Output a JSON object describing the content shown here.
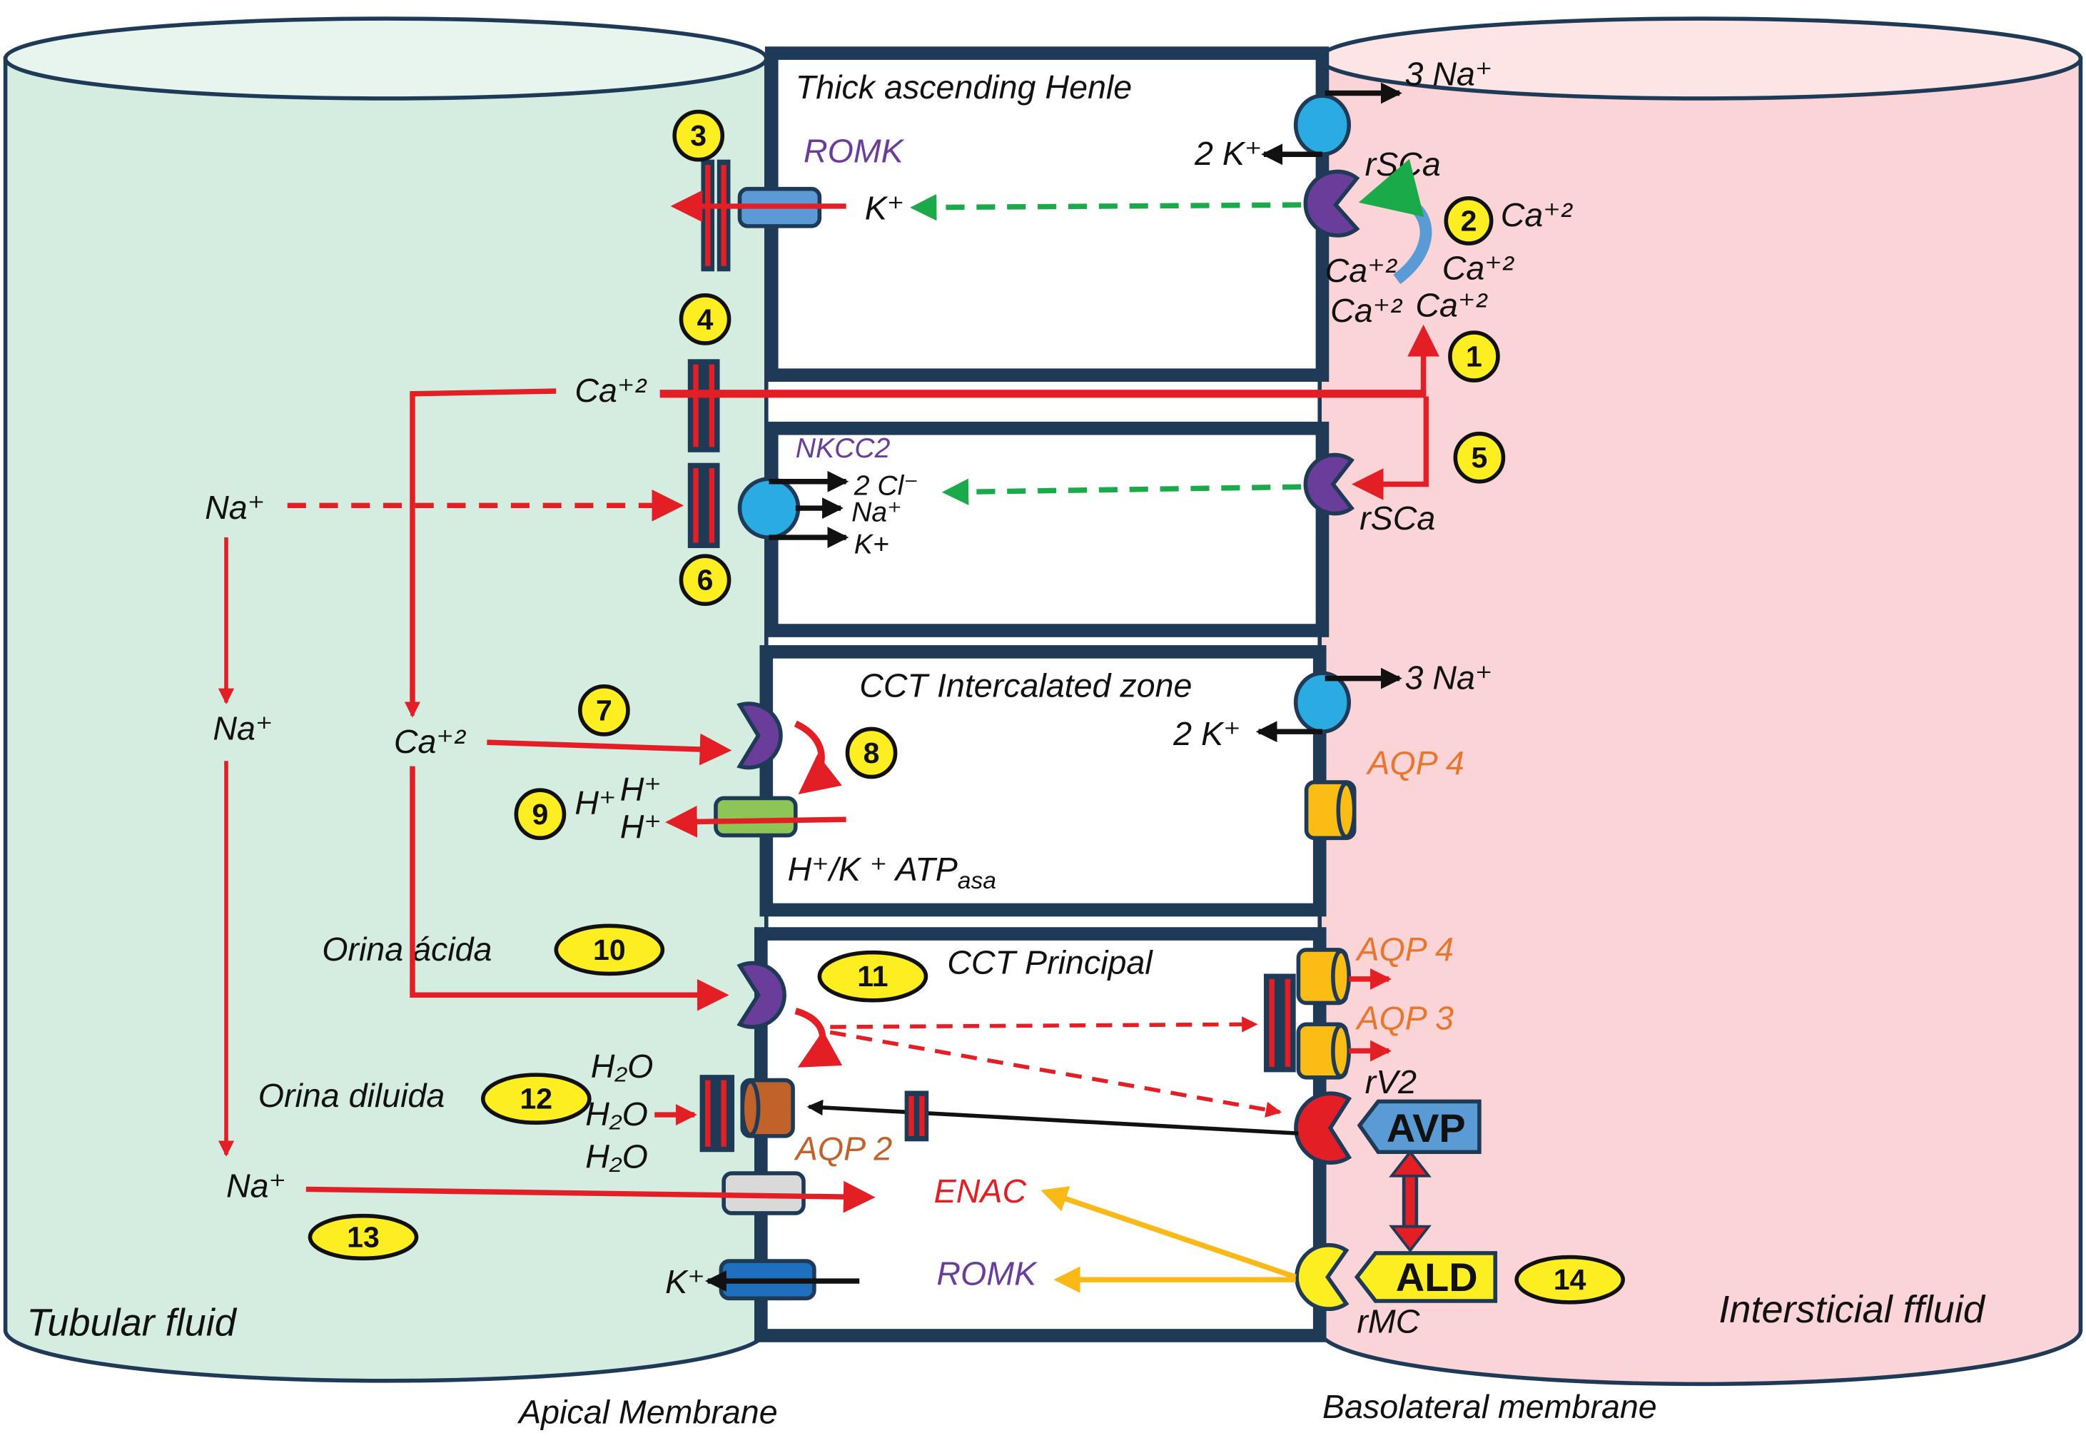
{
  "colors": {
    "tubular_fluid": "#d5ece1",
    "interstitial_fluid": "#fad4d6",
    "membrane": "#1f3a56",
    "cell_interior": "#ffffff",
    "arrow_red": "#e31e24",
    "arrow_green": "#1aaa4a",
    "arrow_yellow": "#fbb917",
    "arrow_black": "#111111",
    "pump_blue": "#2aabe2",
    "receptor_purple": "#6a3d9a",
    "aqp_yellow": "#fbbd14",
    "aqp2_brown": "#c0622a",
    "romk_channel_blue": "#5b9bd5",
    "hk_atpase_green": "#8dc556",
    "enac_grey": "#d9d9d9",
    "romk_principal_blue": "#1f6fbf",
    "badge_yellow": "#fcee21",
    "avp_blue": "#5b9bd5",
    "ald_yellow": "#fcee21",
    "label_purple": "#6a3d9a",
    "label_orange": "#e8762d",
    "label_red": "#e31e24"
  },
  "compartments": {
    "tubular_fluid": "Tubular fluid",
    "interstitial_fluid": "Intersticial ffluid",
    "apical_membrane": "Apical Membrane",
    "basolateral_membrane": "Basolateral membrane"
  },
  "cells": {
    "henle": {
      "title": "Thick ascending Henle",
      "romk": "ROMK",
      "k_plus": "K⁺",
      "na_out": "3 Na⁺",
      "k_in": "2 K⁺",
      "rsca": "rSCa",
      "ca_labels": [
        "Ca⁺²",
        "Ca⁺²",
        "Ca⁺²",
        "Ca⁺²",
        "Ca⁺²"
      ]
    },
    "nkcc2": {
      "title": "NKCC2",
      "ions": [
        "2 Cl⁻",
        "Na⁺",
        "K+"
      ],
      "rsca": "rSCa"
    },
    "intercalated": {
      "title": "CCT Intercalated zone",
      "na_out": "3 Na⁺",
      "k_in": "2 K⁺",
      "aqp4": "AQP 4",
      "hk_atpase": "H⁺/K ⁺ ATP",
      "hk_atpase_sub": "asa",
      "h_ions": [
        "H⁺",
        "H⁺",
        "H⁺"
      ]
    },
    "principal": {
      "title": "CCT Principal",
      "aqp4": "AQP 4",
      "aqp3": "AQP 3",
      "aqp2": "AQP 2",
      "rv2": "rV2",
      "avp": "AVP",
      "ald": "ALD",
      "rmc": "rMC",
      "enac": "ENAC",
      "romk": "ROMK",
      "k_plus": "K⁺"
    }
  },
  "lumen": {
    "ca_top": "Ca⁺²",
    "na_top": "Na⁺",
    "na_mid": "Na⁺",
    "ca_mid": "Ca⁺²",
    "na_bottom": "Na⁺",
    "orina_acida": "Orina ácida",
    "orina_diluida": "Orina diluida",
    "h2o": [
      "H₂O",
      "H₂O",
      "H₂O"
    ]
  },
  "badges": [
    "1",
    "2",
    "3",
    "4",
    "5",
    "6",
    "7",
    "8",
    "9",
    "10",
    "11",
    "12",
    "13",
    "14"
  ]
}
